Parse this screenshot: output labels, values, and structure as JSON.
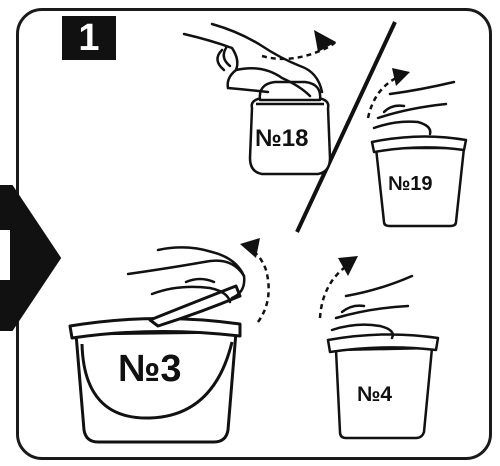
{
  "step": {
    "number": "1"
  },
  "containers": {
    "jar": {
      "label": "№18"
    },
    "small_bucket_top": {
      "label": "№19"
    },
    "big_bucket": {
      "label": "№3"
    },
    "small_bucket_bottom": {
      "label": "№4"
    }
  },
  "colors": {
    "ink": "#111111",
    "background": "#ffffff"
  },
  "icons": [
    "next-arrow-icon",
    "twist-arrow-icon",
    "lift-arrow-icon",
    "hand-icon"
  ]
}
